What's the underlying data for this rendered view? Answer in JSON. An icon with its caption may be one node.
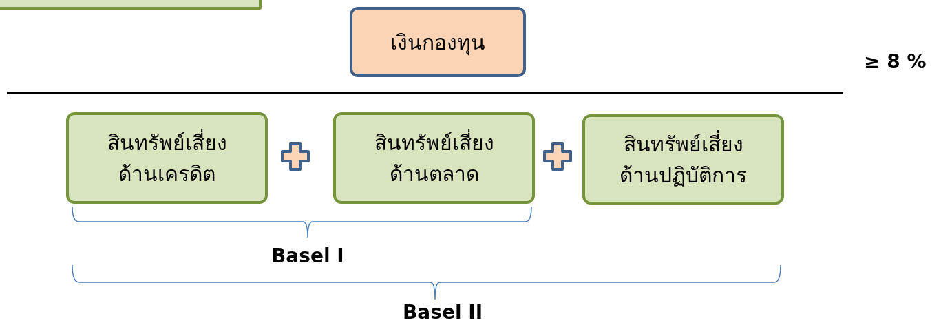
{
  "diagram": {
    "nodes": [
      {
        "text": [],
        "shape": "box"
      },
      {
        "text": [
          "เงินกองทุน"
        ]
      },
      {
        "text": [
          "สินทรัพย์เสี่ยง ด้านเครดิต"
        ]
      },
      {
        "text": [
          "สินทรัพย์เสี่ยง ด้านตลาด"
        ]
      },
      {
        "text": [
          "สินทรัพย์เสี่ยง ด้านปฏิบัติการ"
        ]
      }
    ],
    "labels": [
      "≥ 8 %",
      "Basel I",
      "Basel II"
    ]
  }
}
